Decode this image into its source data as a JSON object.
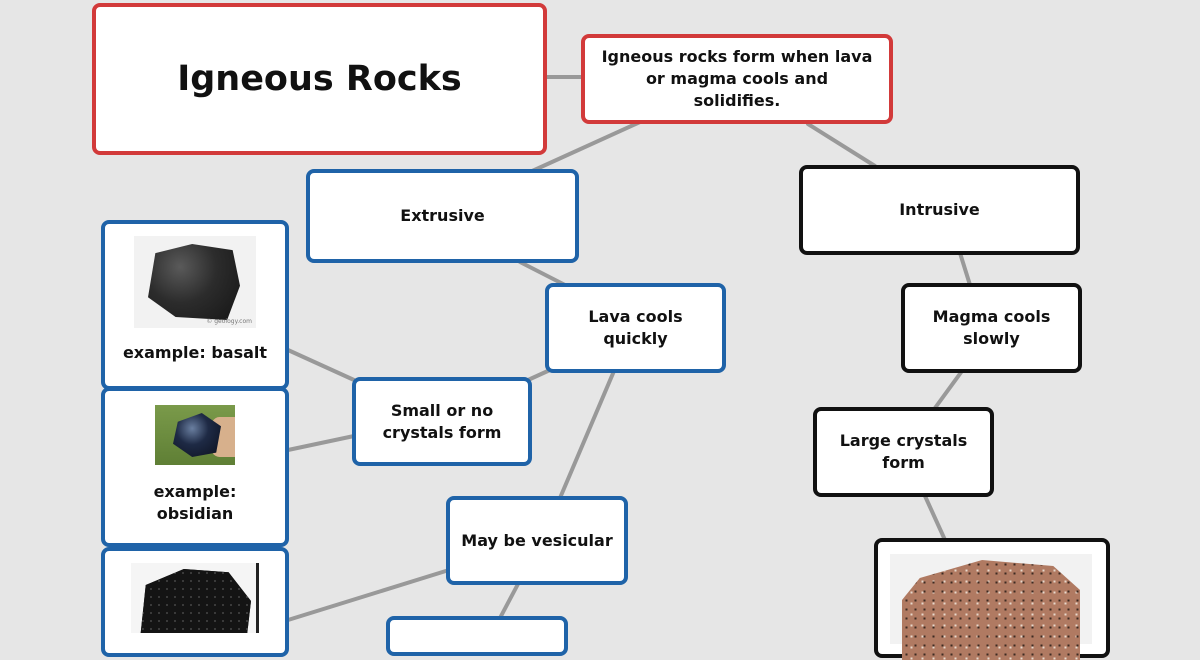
{
  "title": "Igneous Rocks",
  "definition": "Igneous rocks form when lava or magma cools and solidifies.",
  "branches": {
    "extrusive": {
      "label": "Extrusive",
      "lava_cools": "Lava cools quickly",
      "small_crystals": "Small or no crystals form",
      "vesicular": "May be vesicular"
    },
    "intrusive": {
      "label": "Intrusive",
      "magma_cools": "Magma cools slowly",
      "large_crystals": "Large crystals form"
    }
  },
  "examples": [
    {
      "label": "example: basalt",
      "image": "basalt-photo",
      "credit": "© geology.com"
    },
    {
      "label": "example: obsidian",
      "image": "obsidian-photo"
    },
    {
      "label": "",
      "image": "scoria-photo"
    },
    {
      "label": "",
      "image": "granite-photo"
    }
  ],
  "colors": {
    "background": "#e6e6e6",
    "title_border": "#d23a3a",
    "extrusive_border": "#1f63a8",
    "intrusive_border": "#111111",
    "connector": "#999999"
  }
}
